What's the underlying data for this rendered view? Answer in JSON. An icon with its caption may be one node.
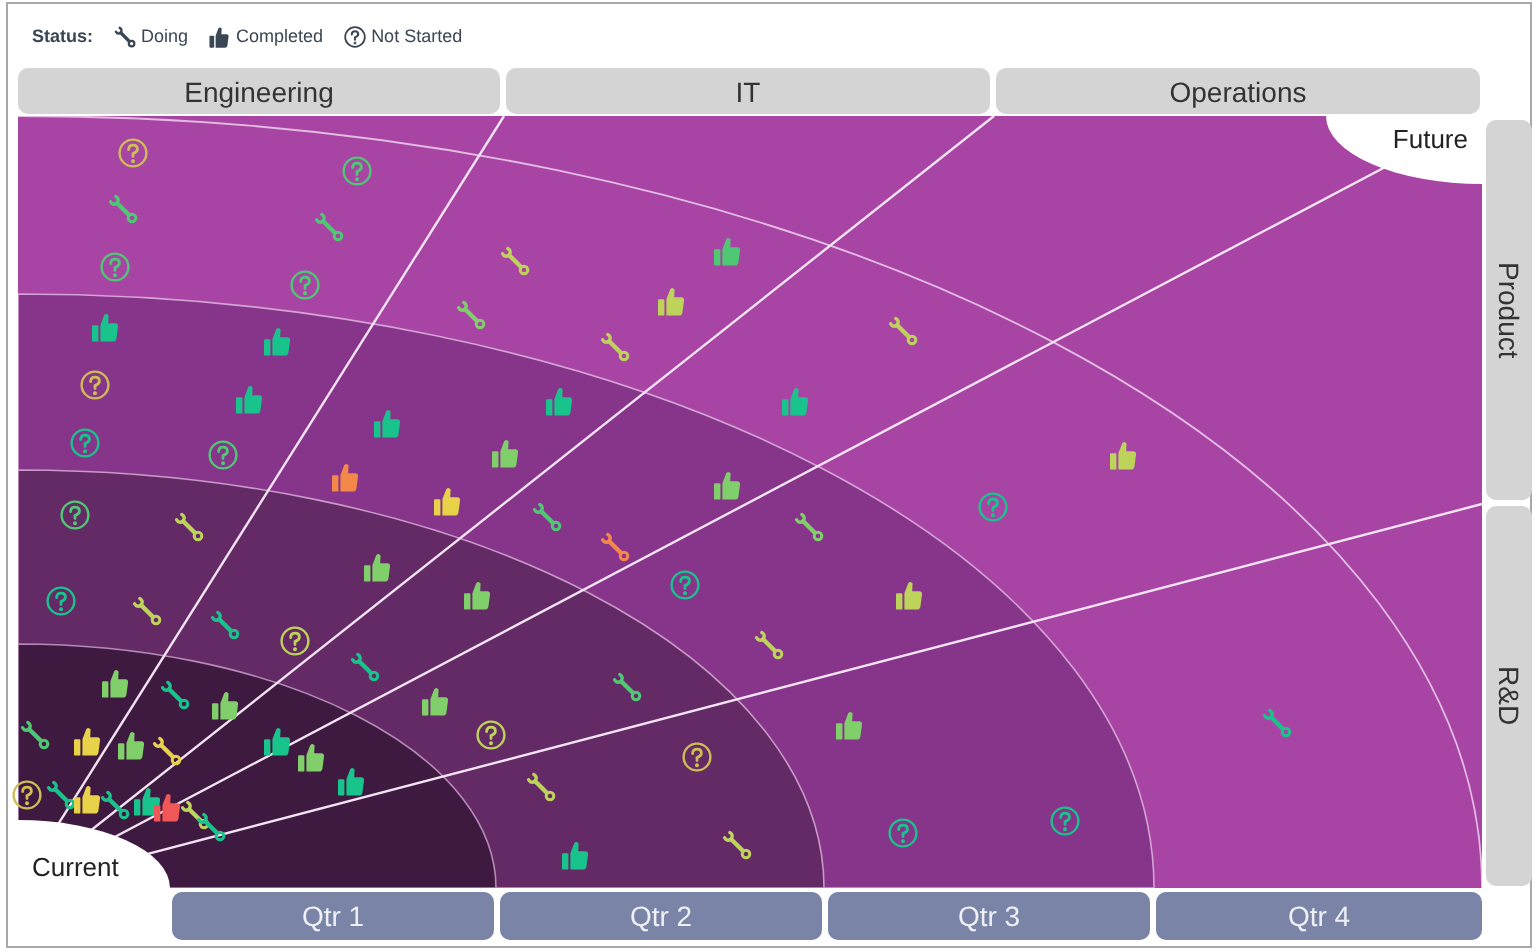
{
  "diagram": {
    "nodes": [
      {
        "text": [
          "Engineering"
        ]
      },
      {
        "text": [
          "IT"
        ]
      },
      {
        "text": [
          "Operations"
        ]
      },
      {
        "text": [
          "Future"
        ]
      },
      {
        "text": [
          "Product"
        ]
      },
      {
        "text": [
          "R&D"
        ]
      },
      {
        "text": [
          "Current"
        ]
      },
      {
        "text": [
          "Qtr 1"
        ]
      },
      {
        "text": [
          "Qtr 2"
        ]
      },
      {
        "text": [
          "Qtr 3"
        ]
      },
      {
        "text": [
          "Qtr 4"
        ]
      }
    ],
    "labels": [
      "Status:"
    ],
    "legend": [
      {
        "text": "Doing"
      },
      {
        "text": "Completed"
      },
      {
        "text": "Not Started"
      }
    ]
  }
}
